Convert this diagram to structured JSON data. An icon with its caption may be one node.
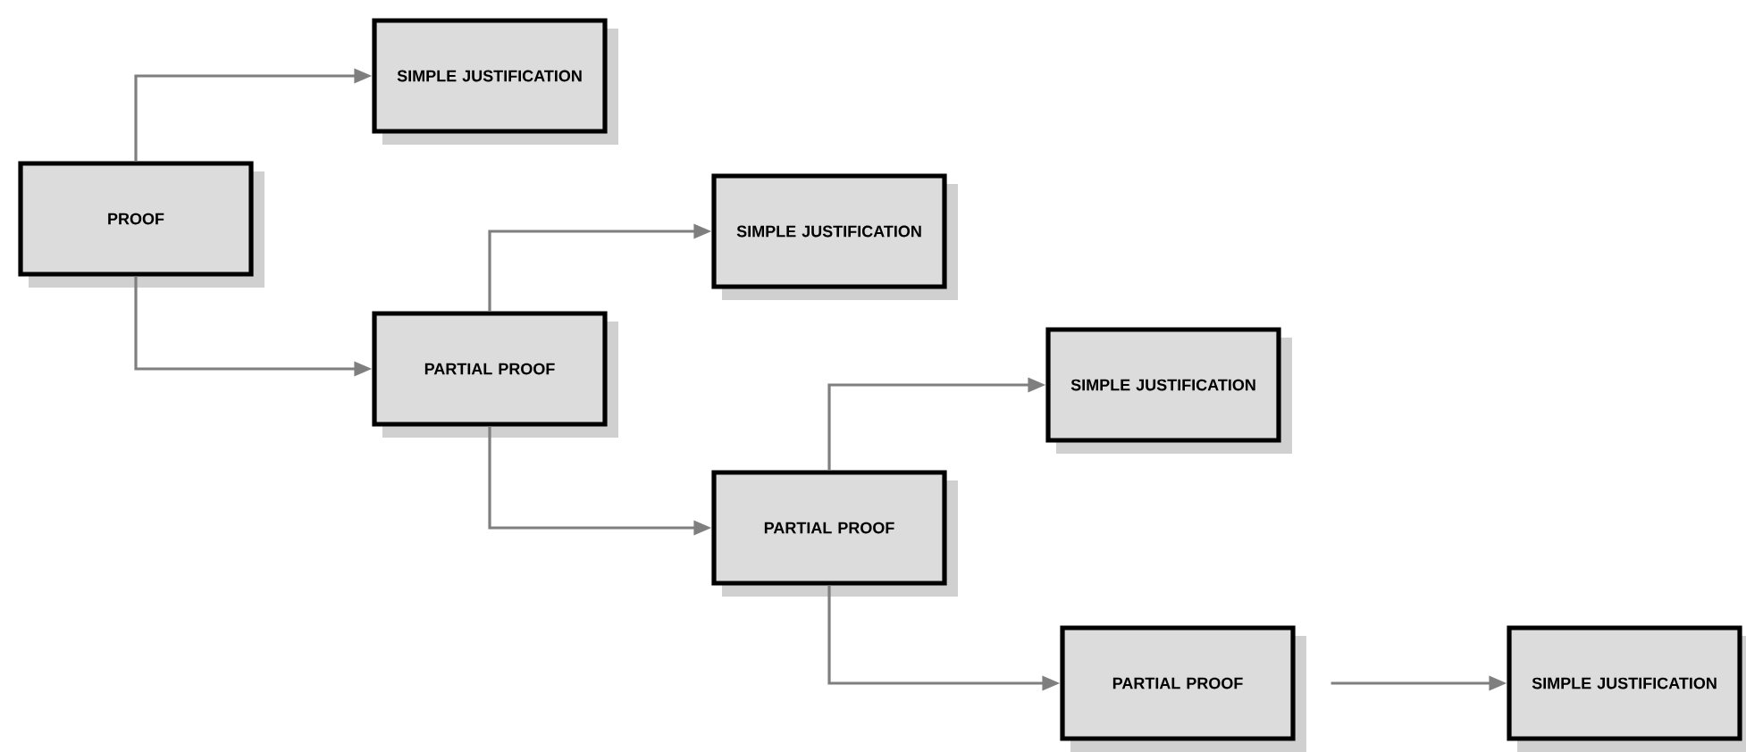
{
  "diagram": {
    "nodes": [
      {
        "text": [
          "PROOF"
        ]
      },
      {
        "text": [
          "SIMPLE JUSTIFICATION"
        ]
      },
      {
        "text": [
          "PARTIAL PROOF"
        ]
      },
      {
        "text": [
          "SIMPLE JUSTIFICATION"
        ]
      },
      {
        "text": [
          "PARTIAL PROOF"
        ]
      },
      {
        "text": [
          "SIMPLE JUSTIFICATION"
        ]
      },
      {
        "text": [
          "PARTIAL PROOF"
        ]
      },
      {
        "text": [
          "SIMPLE JUSTIFICATION"
        ]
      }
    ],
    "edges": [
      {
        "from": 0,
        "to": 1,
        "arrow": "to"
      },
      {
        "from": 0,
        "to": 2,
        "arrow": "to"
      },
      {
        "from": 2,
        "to": 3,
        "arrow": "to"
      },
      {
        "from": 2,
        "to": 4,
        "arrow": "to"
      },
      {
        "from": 4,
        "to": 5,
        "arrow": "to"
      },
      {
        "from": 4,
        "to": 6,
        "arrow": "to"
      },
      {
        "from": 6,
        "to": 7,
        "arrow": "to"
      }
    ]
  }
}
